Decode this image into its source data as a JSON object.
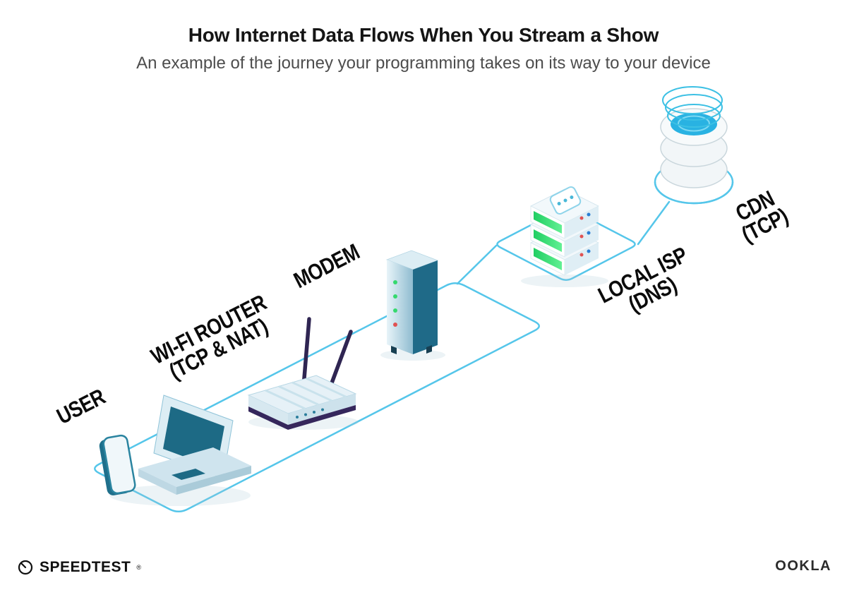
{
  "header": {
    "title": "How Internet Data Flows When You Stream a Show",
    "subtitle": "An example of the journey your programming takes on its way to your device"
  },
  "diagram": {
    "flow_order": [
      "USER",
      "WI-FI ROUTER (TCP & NAT)",
      "MODEM",
      "LOCAL ISP (DNS)",
      "CDN (TCP)"
    ],
    "nodes": [
      {
        "id": "user",
        "label": "USER",
        "sub": ""
      },
      {
        "id": "wifi-router",
        "label": "WI-FI ROUTER",
        "sub": "(TCP & NAT)"
      },
      {
        "id": "modem",
        "label": "MODEM",
        "sub": ""
      },
      {
        "id": "local-isp",
        "label": "LOCAL ISP",
        "sub": "(DNS)"
      },
      {
        "id": "cdn",
        "label": "CDN",
        "sub": "(TCP)"
      }
    ],
    "colors": {
      "path_cyan": "#55C6EA",
      "device_teal_dark": "#1F6A88",
      "device_teal_light": "#DCEDF4",
      "server_green": "#2EDD6C",
      "led_red": "#E05252",
      "led_blue": "#2A7FD4",
      "router_base_purple": "#35275C",
      "cdn_blue": "#29B2E2"
    }
  },
  "footer": {
    "speedtest_brand": "SPEEDTEST",
    "trademark": "®",
    "ookla_brand": "OOKLA"
  }
}
